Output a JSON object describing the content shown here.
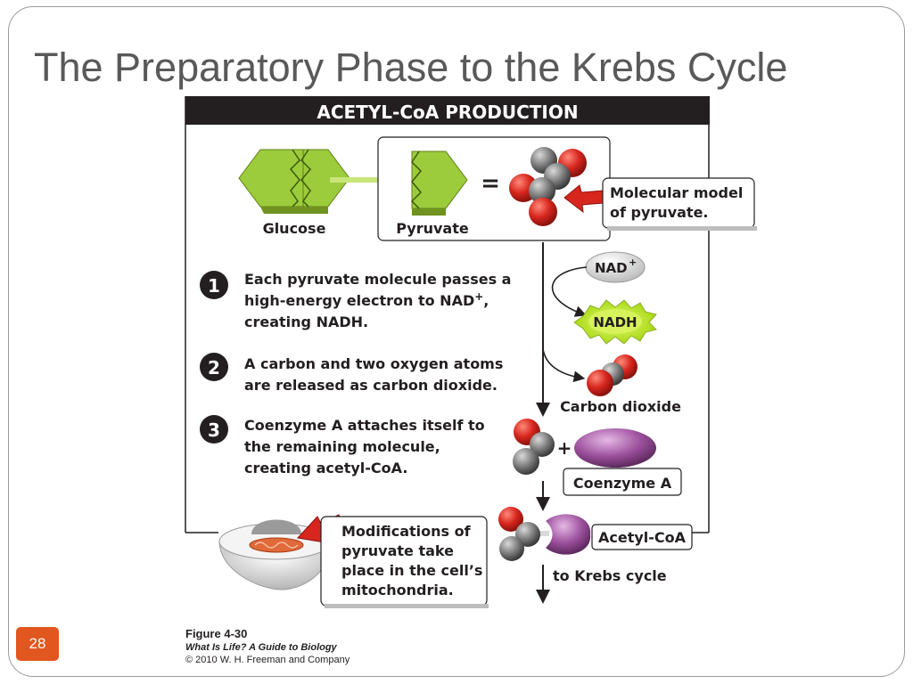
{
  "slide": {
    "title": "The Preparatory Phase to the Krebs Cycle",
    "page_number": "28"
  },
  "figure": {
    "header": "ACETYL-CoA PRODUCTION",
    "glucose_label": "Glucose",
    "pyruvate_label": "Pyruvate",
    "equals": "=",
    "model_callout": [
      "Molecular model",
      "of pyruvate."
    ],
    "nad_plus": "NAD",
    "plus_sup": "+",
    "nadh": "NADH",
    "co2_label": "Carbon dioxide",
    "plus_sign": "+",
    "coenzyme_a": "Coenzyme A",
    "acetyl_coa": "Acetyl-CoA",
    "to_krebs": "to Krebs cycle",
    "mito_callout": [
      "Modifications of",
      "pyruvate take",
      "place in the cell’s",
      "mitochondria."
    ],
    "steps": [
      {
        "num": "1",
        "lines": [
          "Each pyruvate molecule passes a",
          "high-energy electron to NAD",
          "creating NADH."
        ],
        "sup": "+",
        "tail": ","
      },
      {
        "num": "2",
        "lines": [
          "A carbon and two oxygen atoms",
          "are released as carbon dioxide."
        ]
      },
      {
        "num": "3",
        "lines": [
          "Coenzyme A attaches itself to",
          "the remaining molecule,",
          "creating acetyl-CoA."
        ]
      }
    ]
  },
  "caption": {
    "figure_no": "Figure 4-30",
    "book": "What Is Life? A Guide to Biology",
    "copyright": "© 2010 W. H. Freeman and Company"
  },
  "colors": {
    "accent_orange": "#e2561f",
    "header_bar": "#231f20",
    "hexagon_green": "#9ccc3c",
    "oxygen_red": "#d7261e",
    "carbon_gray": "#7f7f7f",
    "coenzyme_purple": "#9b4f9b",
    "nadh_glow": "#c8f03c"
  }
}
